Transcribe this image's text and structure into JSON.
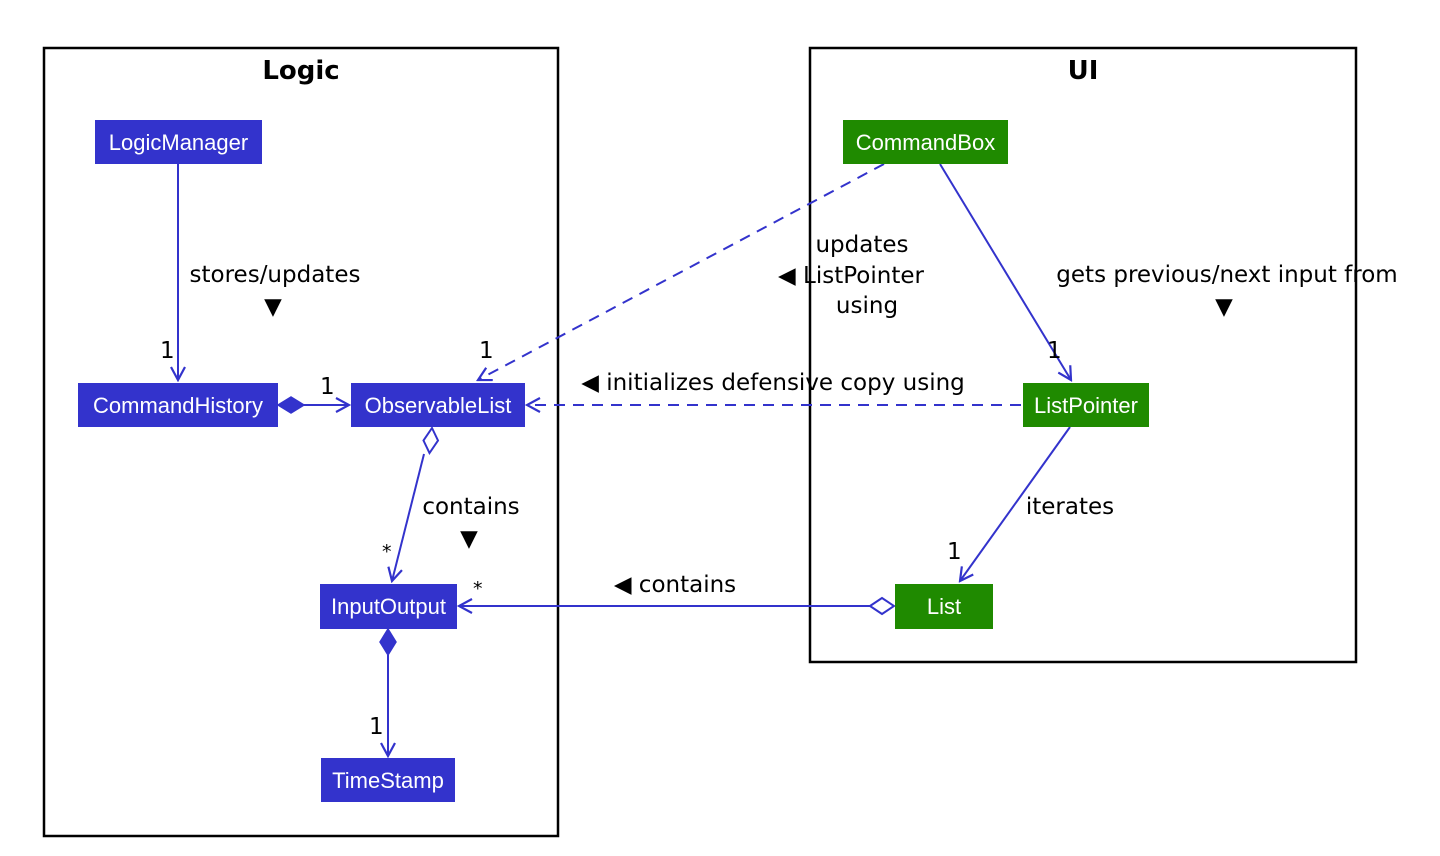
{
  "colors": {
    "logic": "#3333cc",
    "ui": "#1f8a00",
    "edge": "#3333cc",
    "frame": "#000000"
  },
  "packages": {
    "logic": {
      "title": "Logic"
    },
    "ui": {
      "title": "UI"
    }
  },
  "classes": {
    "logic_manager": "LogicManager",
    "command_history": "CommandHistory",
    "observable_list": "ObservableList",
    "input_output": "InputOutput",
    "time_stamp": "TimeStamp",
    "command_box": "CommandBox",
    "list_pointer": "ListPointer",
    "list": "List"
  },
  "edges": {
    "stores_updates": {
      "label": "stores/updates",
      "arrow": "▼",
      "mult": "1"
    },
    "history_list": {
      "mult": "1"
    },
    "updates_pointer": {
      "line1": "updates",
      "line2": "◀ ListPointer",
      "line3": "using",
      "mult": "1"
    },
    "gets_previous": {
      "label": "gets previous/next input from",
      "arrow": "▼",
      "mult": "1"
    },
    "initializes_copy": {
      "label": "◀ initializes defensive copy using"
    },
    "contains_obs": {
      "label": "contains",
      "arrow": "▼",
      "mult": "*"
    },
    "iterates": {
      "label": "iterates",
      "mult": "1"
    },
    "contains_list": {
      "label": "◀ contains",
      "mult": "*"
    },
    "io_timestamp": {
      "mult": "1"
    }
  }
}
